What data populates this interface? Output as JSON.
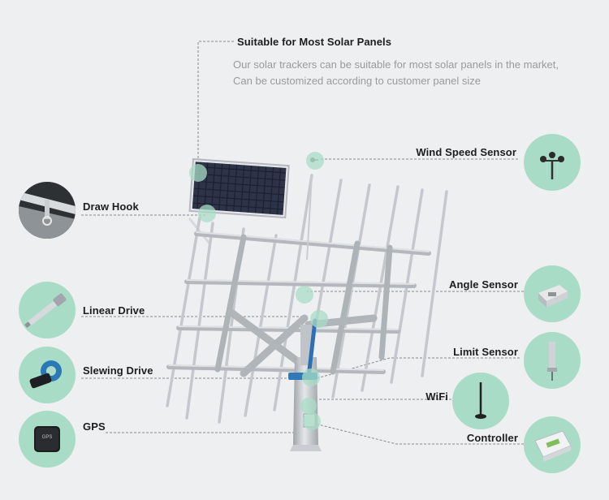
{
  "heading": {
    "title": "Suitable for Most Solar Panels",
    "line1": "Our solar trackers can be suitable for most solar panels in the market,",
    "line2": "Can be customized according to customer panel size"
  },
  "features": {
    "draw_hook": "Draw Hook",
    "linear_drive": "Linear Drive",
    "slewing_drive": "Slewing Drive",
    "gps": "GPS",
    "gps_device_text": "GPS",
    "wind_speed_sensor": "Wind Speed Sensor",
    "angle_sensor": "Angle Sensor",
    "limit_sensor": "Limit Sensor",
    "wifi": "WiFi",
    "controller": "Controller"
  },
  "colors": {
    "background": "#eeeff1",
    "accent_circle": "#a8dcc6",
    "connector_line": "#8a8a8a"
  }
}
